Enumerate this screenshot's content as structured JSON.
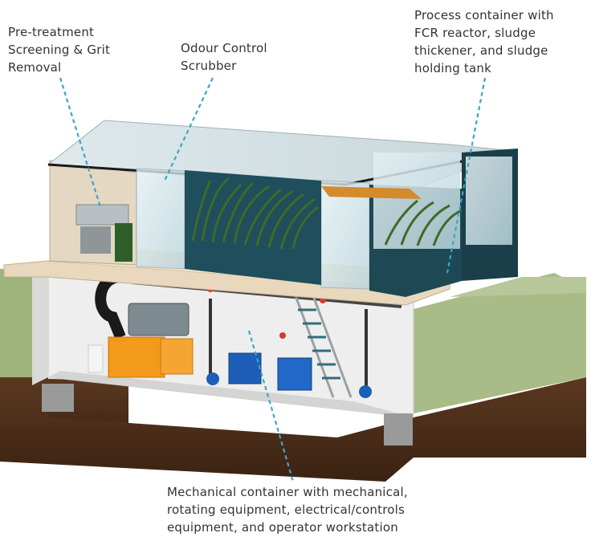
{
  "labels": {
    "pretreatment": "Pre-treatment\nScreening & Grit\nRemoval",
    "odour": "Odour Control\nScrubber",
    "process": "Process container with\nFCR reactor, sludge\nthickener, and sludge\nholding tank",
    "mechanical": "Mechanical container with mechanical,\nrotating equipment, electrical/controls\nequipment, and operator workstation"
  },
  "colors": {
    "leader": "#3aa6c8",
    "container_teal": "#1f4e5c",
    "soil": "#4a2c18",
    "grass": "#9fb37c",
    "deck": "#e9d8bd",
    "glass": "#cfe3e8",
    "tank_orange": "#f39a1c",
    "tank_blue": "#1d5fb8",
    "reeds": "#3d6b2a",
    "wall_light": "#eeeeee"
  }
}
